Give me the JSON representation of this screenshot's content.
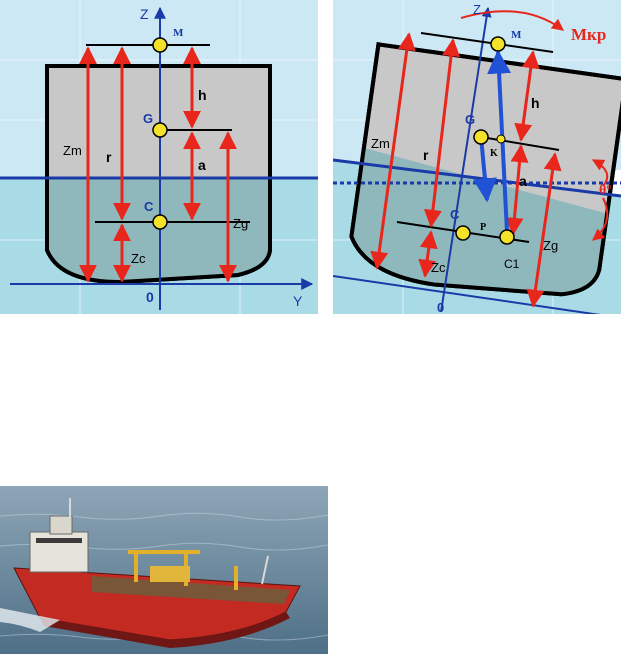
{
  "upright": {
    "axis_z": "Z",
    "axis_y": "Y",
    "origin": "0",
    "point_m": "M",
    "point_g": "G",
    "point_c": "C",
    "label_h": "h",
    "label_a": "a",
    "label_r": "r",
    "label_zm": "Zm",
    "label_zg": "Zg",
    "label_zc": "Zc"
  },
  "heeled": {
    "axis_z": "Z",
    "origin": "0",
    "point_m": "M",
    "point_g": "G",
    "point_c": "C",
    "point_c1": "C1",
    "point_k": "K",
    "point_p": "P",
    "label_h": "h",
    "label_a": "a",
    "label_r": "r",
    "label_zm": "Zm",
    "label_zg": "Zg",
    "label_zc": "Zc",
    "moment": "Mкр",
    "angle": "θ°"
  },
  "colors": {
    "sky": "#cbe8f4",
    "water": "#a9dbe6",
    "hull": "#c8c8c8",
    "hull_underwater": "#8fb8bd",
    "arrow_red": "#e8261b",
    "axis_blue": "#1a3aa8",
    "force_blue": "#2152d6",
    "point_yellow": "#f3e12a"
  },
  "photo": {
    "icon": "cargo-ship-photo"
  }
}
